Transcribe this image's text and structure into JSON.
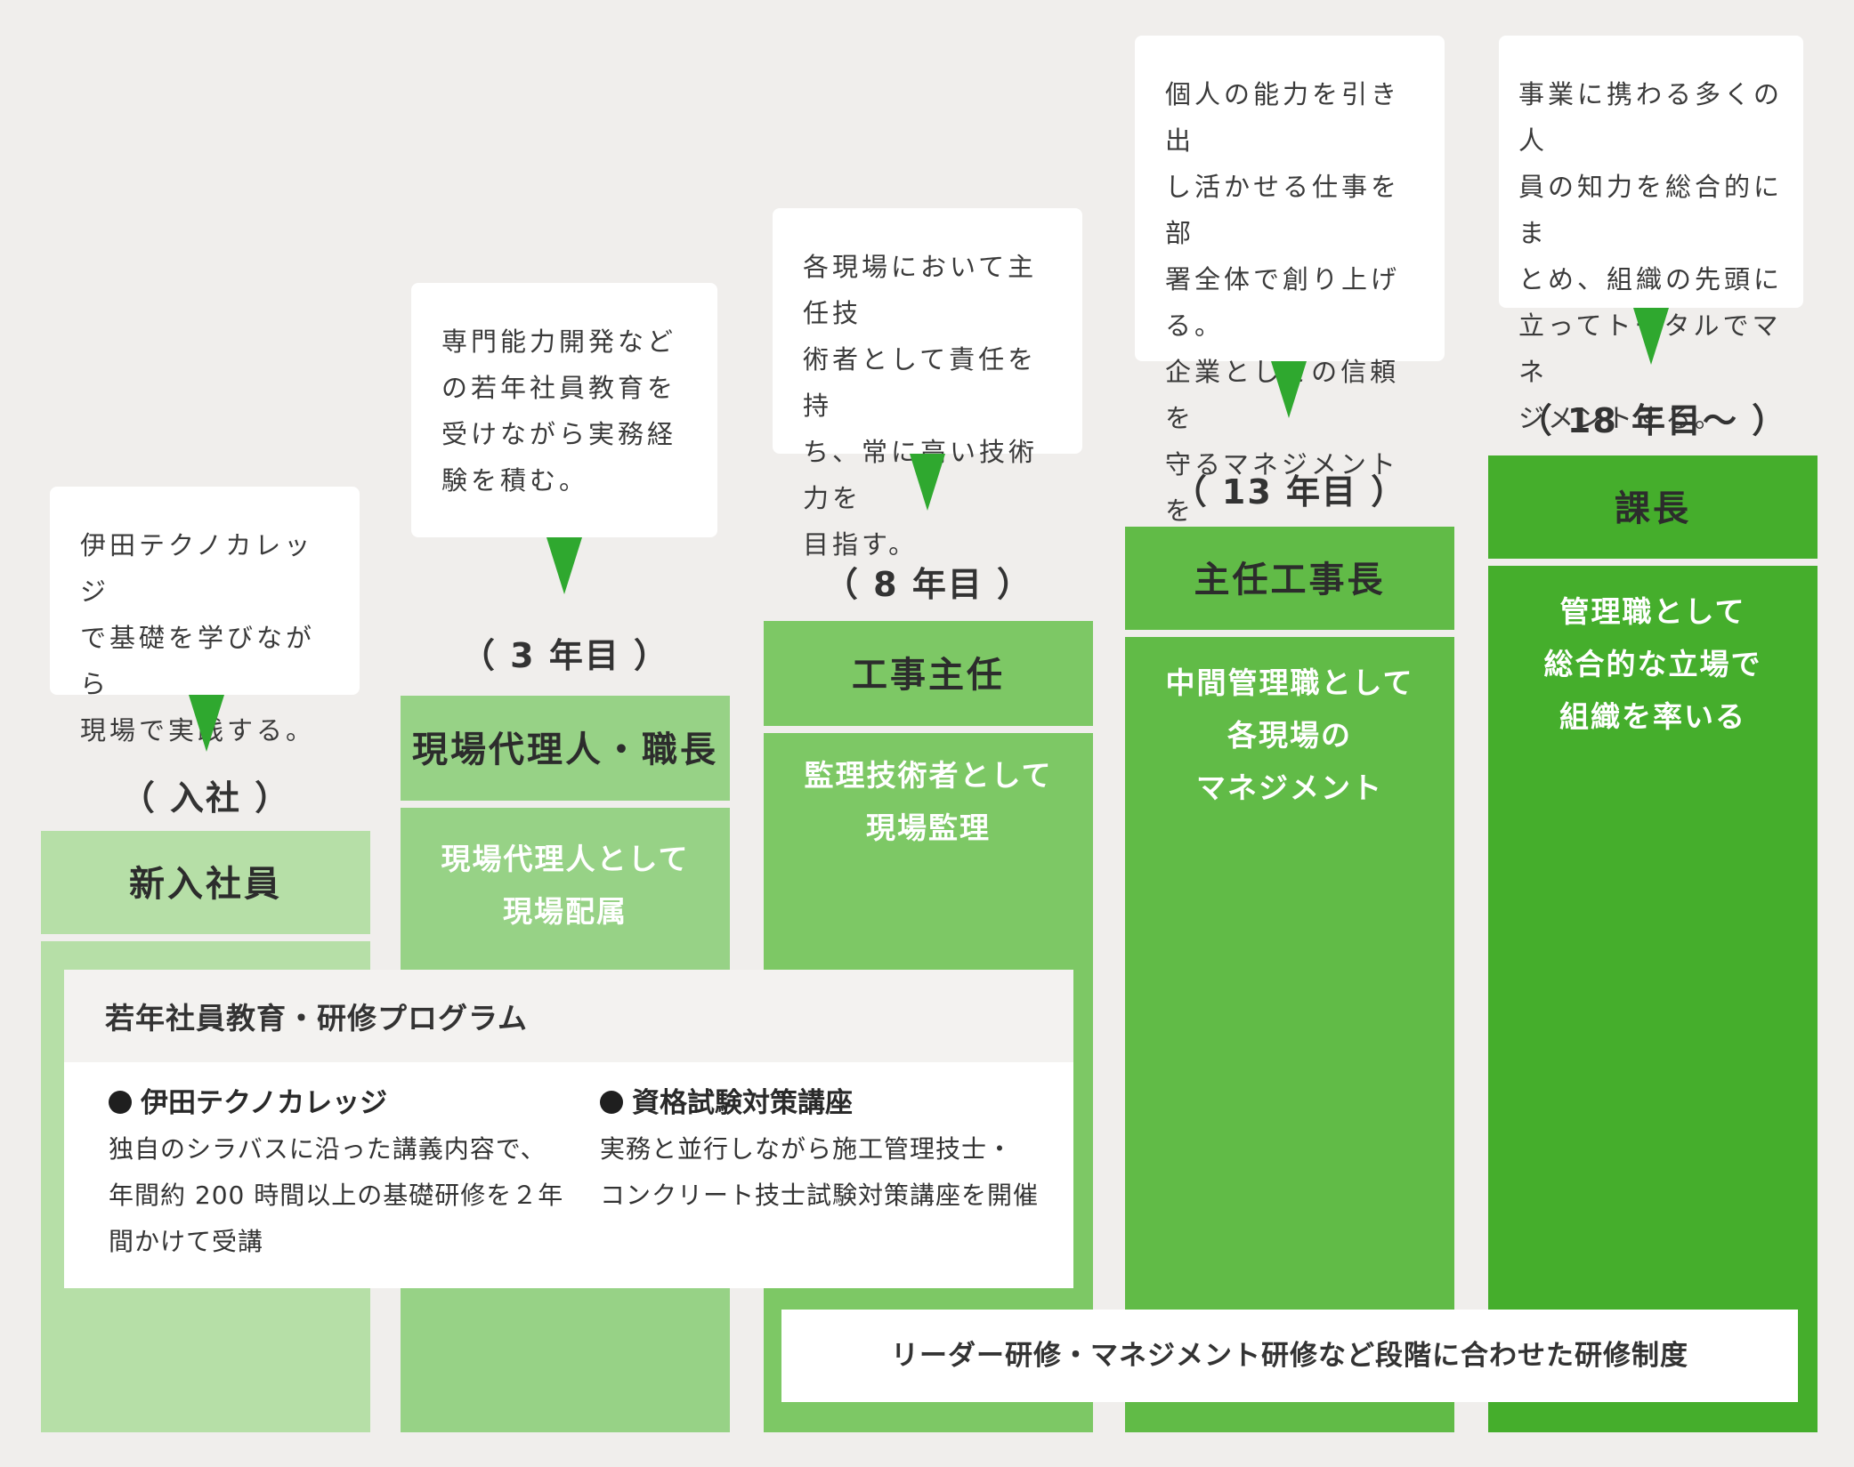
{
  "stages": [
    {
      "bubble": "伊田テクノカレッジ\nで基礎を学びながら\n現場で実践する。",
      "year": "（ 入社 ）",
      "title": "新入社員",
      "body": ""
    },
    {
      "bubble": "専門能力開発など\nの若年社員教育を\n受けながら実務経\n験を積む。",
      "year": "（ 3 年目 ）",
      "title": "現場代理人・職長",
      "body": "現場代理人として\n現場配属"
    },
    {
      "bubble": "各現場において主任技\n術者として責任を持\nち、常に高い技術力を\n目指す。",
      "year": "（ 8 年目 ）",
      "title": "工事主任",
      "body": "監理技術者として\n現場監理"
    },
    {
      "bubble": "個人の能力を引き出\nし活かせる仕事を部\n署全体で創り上げる。\n企業としての信頼を\n守るマネジメントを\nする。",
      "year": "（ 13 年目 ）",
      "title": "主任工事長",
      "body": "中間管理職として\n各現場の\nマネジメント"
    },
    {
      "bubble": "事業に携わる多くの人\n員の知力を総合的にま\nとめ、組織の先頭に\n立ってトータルでマネ\nジメントする。",
      "year": "（ 18 年目〜 ）",
      "title": "課長",
      "body": "管理職として\n総合的な立場で\n組織を率いる"
    }
  ],
  "program": {
    "heading": "若年社員教育・研修プログラム",
    "left_title": "伊田テクノカレッジ",
    "left_text": "独自のシラバスに沿った講義内容で、\n年間約 200 時間以上の基礎研修を２年\n間かけて受講",
    "right_title": "資格試験対策講座",
    "right_text": "実務と並行しながら施工管理技士・\nコンクリート技士試験対策講座を開催"
  },
  "leader_training": "リーダー研修・マネジメント研修など段階に合わせた研修制度",
  "colors": {
    "pointer": "#2fa82f",
    "stage1": "#b6dfa7",
    "stage2": "#97d286",
    "stage3": "#7dc865",
    "stage4": "#61bb47",
    "stage5": "#45ae2c"
  }
}
